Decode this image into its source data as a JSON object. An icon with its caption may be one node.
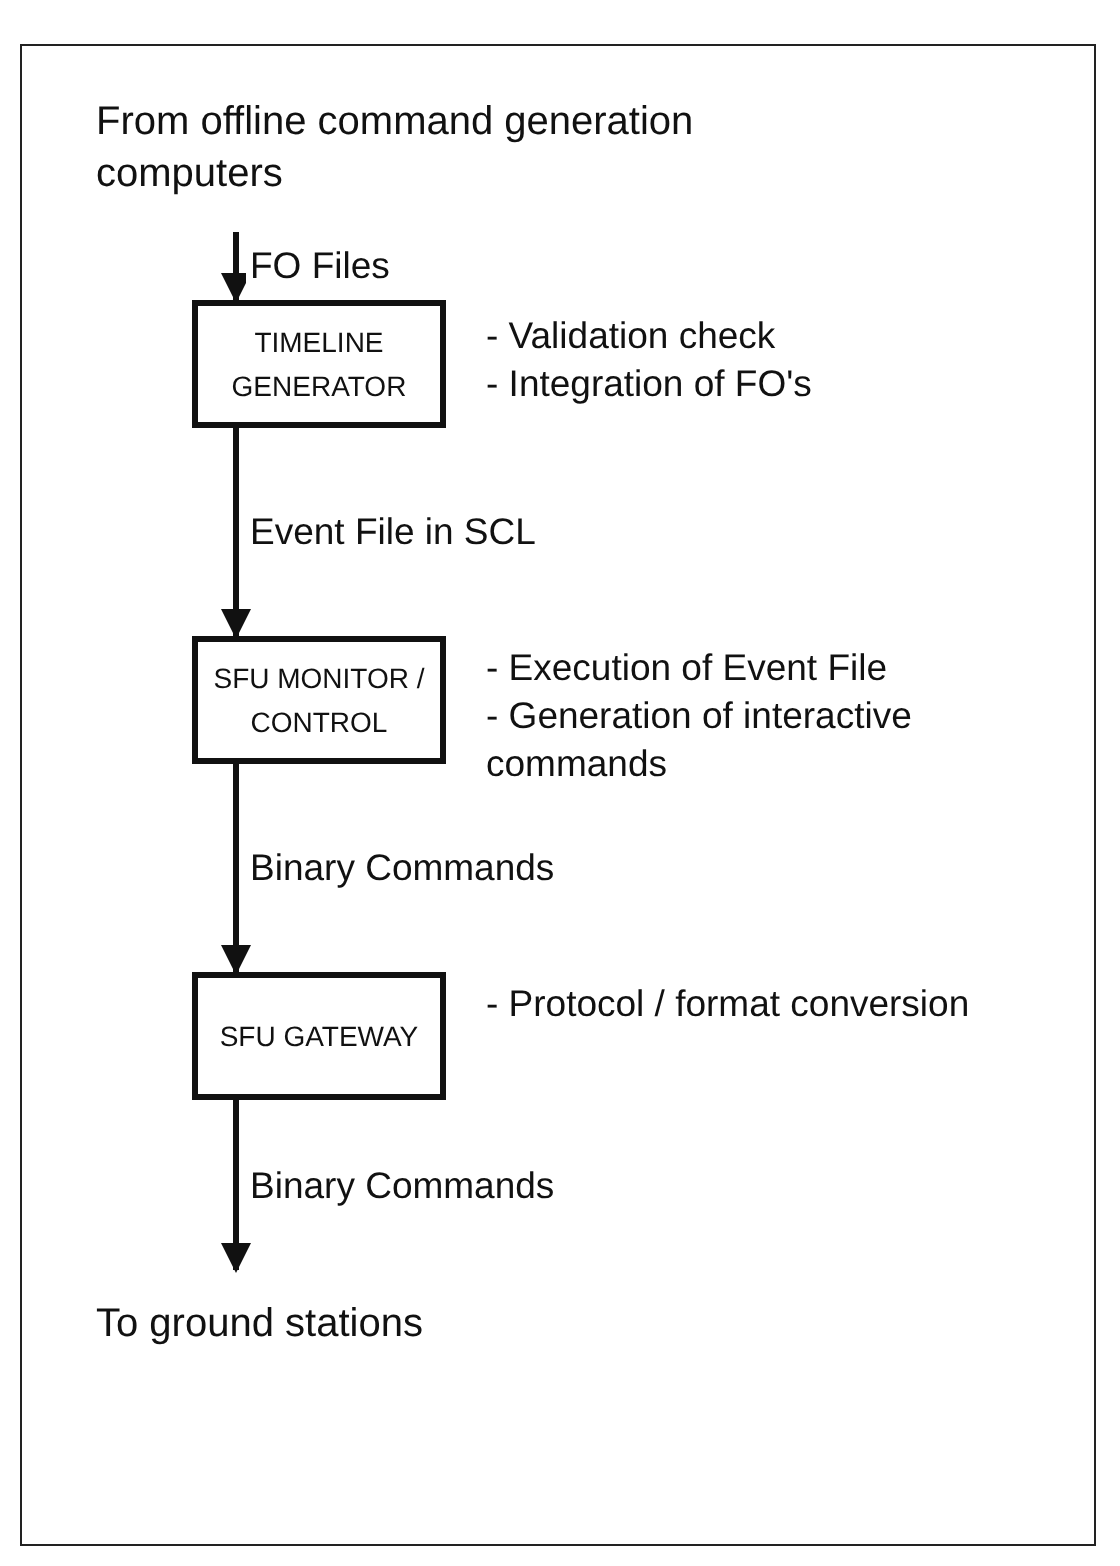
{
  "diagram": {
    "nodes": [
      {
        "text": [
          "From offline command generation computers"
        ]
      },
      {
        "text": [
          "TIMELINE GENERATOR"
        ],
        "beside": [
          "- Validation check",
          "- Integration of FO's"
        ]
      },
      {
        "text": [
          "SFU MONITOR / CONTROL"
        ],
        "beside": [
          "- Execution of Event File",
          "- Generation of interactive commands"
        ]
      },
      {
        "text": [
          "SFU GATEWAY"
        ],
        "beside": [
          "- Protocol / format conversion"
        ]
      },
      {
        "text": [
          "To ground stations"
        ]
      }
    ],
    "edges": [
      {
        "from": 0,
        "to": 1,
        "arrow": "to",
        "label": "FO Files"
      },
      {
        "from": 1,
        "to": 2,
        "arrow": "to",
        "label": "Event File in SCL"
      },
      {
        "from": 2,
        "to": 3,
        "arrow": "to",
        "label": "Binary Commands"
      },
      {
        "from": 3,
        "to": 4,
        "arrow": "to",
        "label": "Binary Commands"
      }
    ]
  }
}
